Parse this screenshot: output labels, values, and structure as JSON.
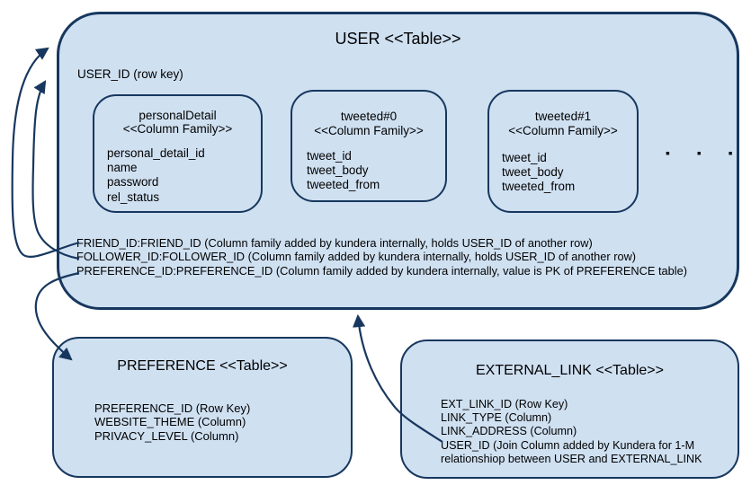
{
  "colors": {
    "box_fill": "#cfe0f1",
    "box_stroke": "#17375e",
    "text": "#000000",
    "background": "#ffffff"
  },
  "user_table": {
    "title": "USER <<Table>>",
    "row_key": "USER_ID (row key)",
    "ellipsis": "▪ ▪ ▪",
    "column_families": [
      {
        "name": "personalDetail",
        "stereotype": "<<Column Family>>",
        "fields": [
          "personal_detail_id",
          "name",
          "password",
          "rel_status"
        ]
      },
      {
        "name": "tweeted#0",
        "stereotype": "<<Column Family>>",
        "fields": [
          "tweet_id",
          "tweet_body",
          "tweeted_from"
        ]
      },
      {
        "name": "tweeted#1",
        "stereotype": "<<Column Family>>",
        "fields": [
          "tweet_id",
          "tweet_body",
          "tweeted_from"
        ]
      }
    ],
    "notes": [
      "FRIEND_ID:FRIEND_ID (Column family added by kundera internally, holds USER_ID of another row)",
      "FOLLOWER_ID:FOLLOWER_ID (Column family added by kundera internally, holds USER_ID of another row)",
      "PREFERENCE_ID:PREFERENCE_ID (Column family added by kundera internally, value is PK of PREFERENCE table)"
    ]
  },
  "preference_table": {
    "title": "PREFERENCE <<Table>>",
    "fields": [
      "PREFERENCE_ID (Row Key)",
      "WEBSITE_THEME (Column)",
      "PRIVACY_LEVEL (Column)"
    ]
  },
  "external_link_table": {
    "title": "EXTERNAL_LINK <<Table>>",
    "fields": [
      "EXT_LINK_ID (Row Key)",
      "LINK_TYPE (Column)",
      "LINK_ADDRESS (Column)",
      "USER_ID (Join Column added by Kundera for 1-M",
      "relationshiop between USER and EXTERNAL_LINK"
    ]
  }
}
